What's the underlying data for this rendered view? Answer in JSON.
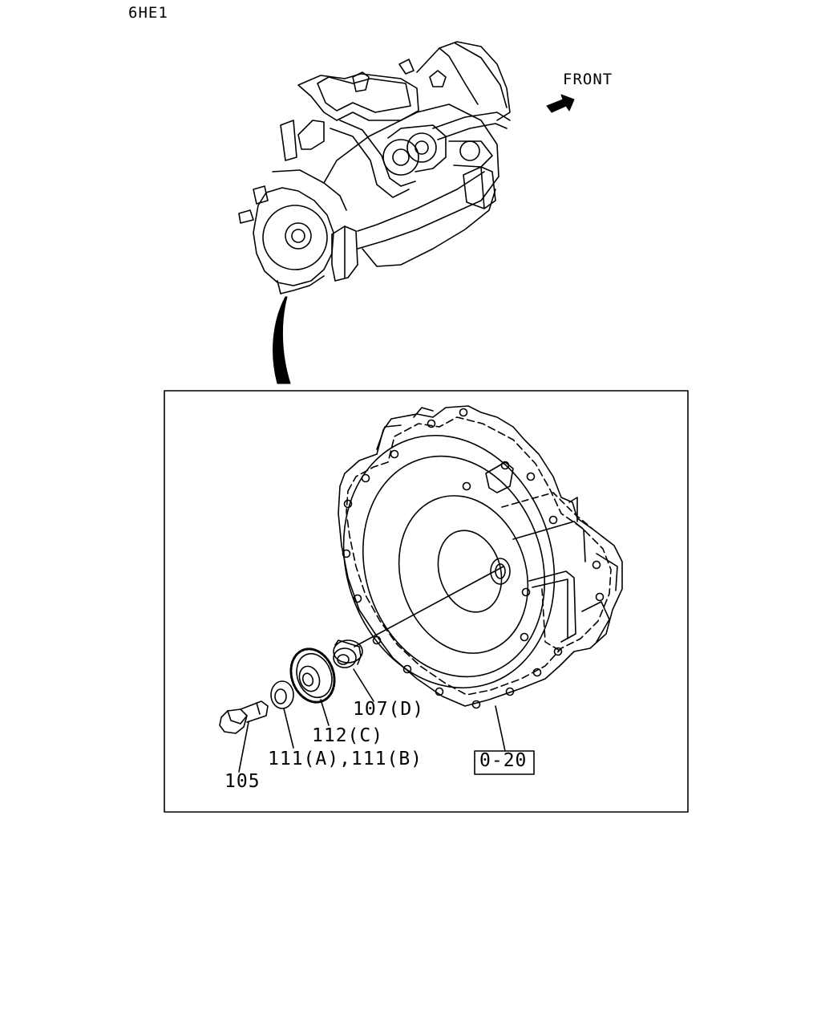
{
  "header": {
    "model_code": "6HE1"
  },
  "orientation": {
    "label": "FRONT",
    "icon": "arrow-icon"
  },
  "callouts": {
    "bolt": "105",
    "washer": "111(A),111(B)",
    "gear": "112(C)",
    "bushing": "107(D)",
    "housing_ref": "0-20"
  }
}
